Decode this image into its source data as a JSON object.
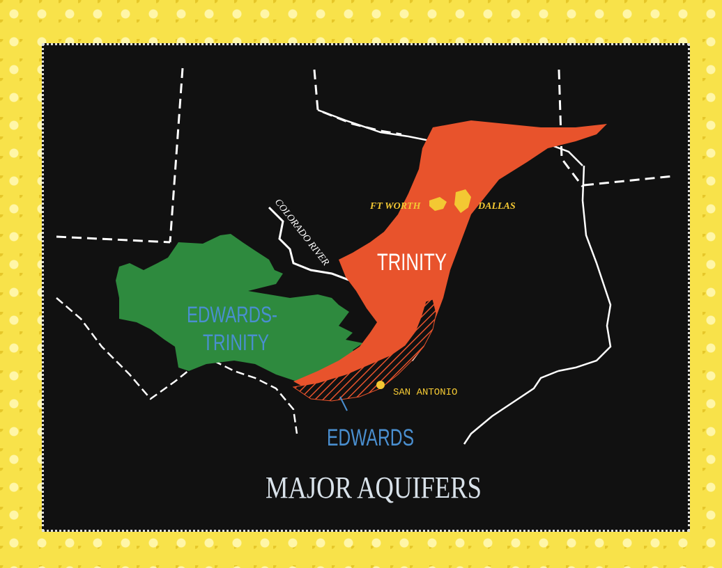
{
  "title": "MAJOR AQUIFERS",
  "labels": {
    "trinity": "TRINITY",
    "edwards_trinity_line1": "EDWARDS-",
    "edwards_trinity_line2": "TRINITY",
    "edwards": "EDWARDS",
    "colorado_river": "COLORADO RIVER",
    "ft_worth": "FT WORTH",
    "dallas": "DALLAS",
    "san_antonio": "SAN ANTONIO"
  },
  "colors": {
    "frame": "#f8e24a",
    "background": "#111111",
    "trinity": "#e8532c",
    "edwards_trinity": "#2e8a3e",
    "edwards_hatch": "#e8532c",
    "border_lines": "#ffffff",
    "title": "#d9e2ea",
    "city_labels": "#f3c833",
    "edwards_label": "#4a8fd0",
    "edwards_trinity_label": "#4a8fd0"
  }
}
